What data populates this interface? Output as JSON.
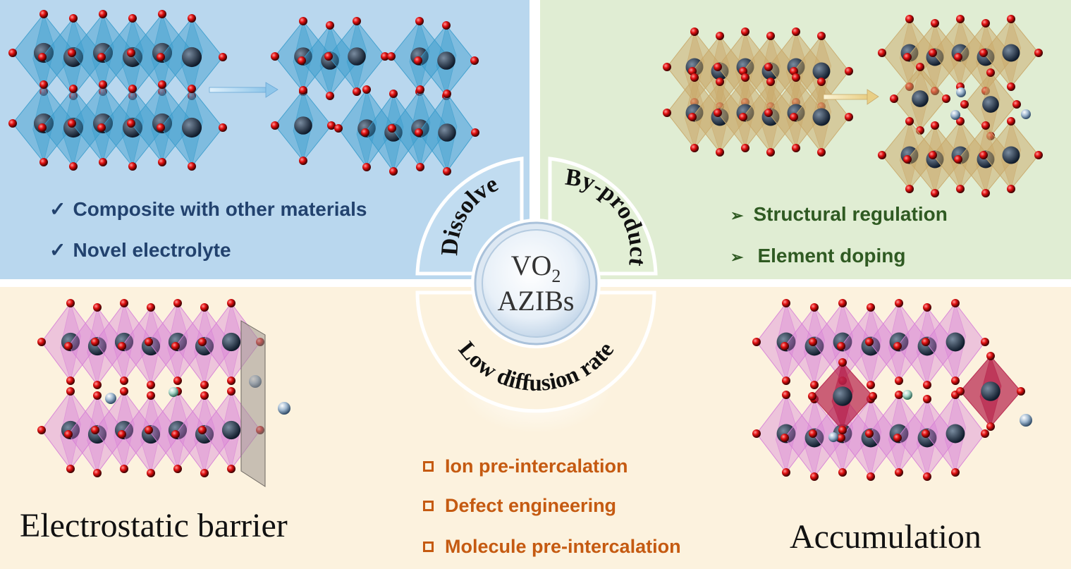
{
  "top_left": {
    "items": [
      {
        "marker": "✓",
        "text": "Composite with other materials"
      },
      {
        "marker": "✓",
        "text": "Novel electrolyte"
      }
    ]
  },
  "top_right": {
    "items": [
      {
        "marker": "➢",
        "text": "Structural regulation"
      },
      {
        "marker": "➢",
        "text": "Element doping"
      }
    ]
  },
  "center": {
    "title_main": "VO",
    "title_sub": "2",
    "title_line2": "AZIBs",
    "segments": {
      "left": "Dissolve",
      "right": "By-product",
      "bottom": "Low diffusion rate"
    }
  },
  "bottom": {
    "left_caption": "Electrostatic barrier",
    "right_caption": "Accumulation",
    "items": [
      "Ion pre-intercalation",
      "Defect engineering",
      "Molecule pre-intercalation"
    ]
  },
  "colors": {
    "top_left_bg": "#b9d7ee",
    "top_right_bg": "#e0edd3",
    "bottom_bg": "#fcf2de",
    "blue_text": "#22426e",
    "green_text": "#2f5a22",
    "orange_text": "#c55a11",
    "octa_blue": "#3a9ccc",
    "octa_tan": "#c9a96a",
    "octa_pink": "#d77fd6",
    "octa_red": "#b6214a"
  }
}
